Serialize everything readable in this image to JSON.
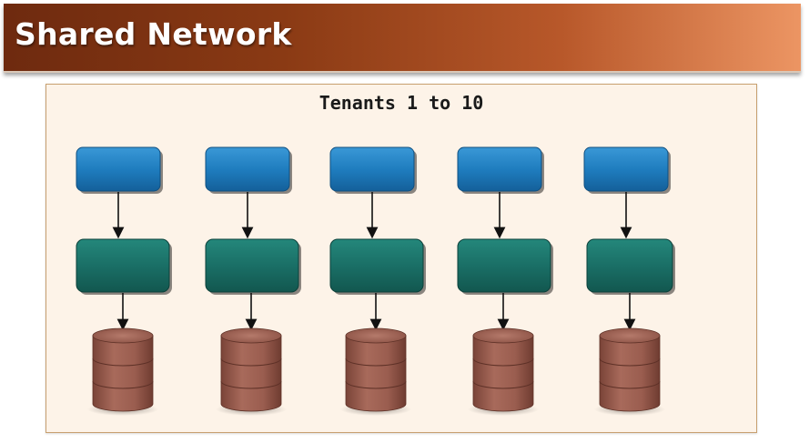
{
  "header": {
    "title": "Shared Network"
  },
  "panel": {
    "title": "Tenants 1 to 10"
  },
  "colors": {
    "blue_box": "#1f7dbf",
    "teal_box": "#1a6f66",
    "database": "#9a5d4f"
  },
  "columns": [
    {
      "top": "blue-box",
      "middle": "teal-box",
      "bottom": "database-icon"
    },
    {
      "top": "blue-box",
      "middle": "teal-box",
      "bottom": "database-icon"
    },
    {
      "top": "blue-box",
      "middle": "teal-box",
      "bottom": "database-icon"
    },
    {
      "top": "blue-box",
      "middle": "teal-box",
      "bottom": "database-icon"
    },
    {
      "top": "blue-box",
      "middle": "teal-box",
      "bottom": "database-icon"
    }
  ]
}
